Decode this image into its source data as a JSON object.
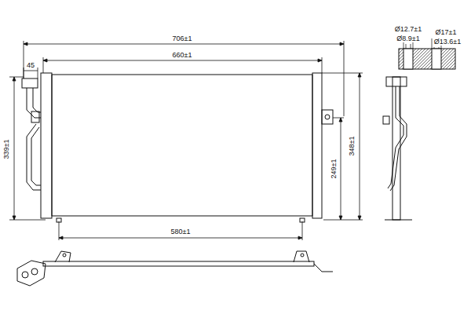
{
  "diagram": {
    "labels": [
      "706±1",
      "660±1",
      "45",
      "339±1",
      "249±1",
      "348±1",
      "580±1",
      "Ø12.7±1",
      "Ø8.9±1",
      "Ø17±1",
      "Ø13.6±1"
    ]
  }
}
